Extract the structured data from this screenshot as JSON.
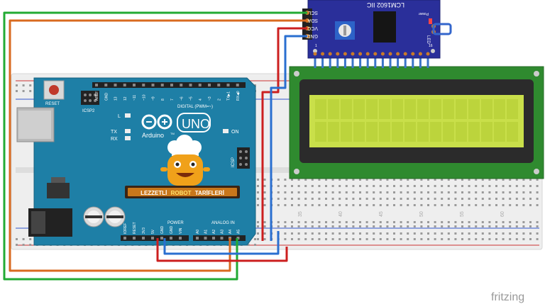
{
  "arduino": {
    "brand": "Arduino",
    "model": "UNO",
    "reset_label": "RESET",
    "icsp2_label": "ICSP2",
    "icsp_label": "ICSP",
    "digital_label": "DIGITAL (PWM=~)",
    "analog_label": "ANALOG IN",
    "power_label": "POWER",
    "on_label": "ON",
    "led_l": "L",
    "led_tx": "TX",
    "led_rx": "RX",
    "tm": "TM",
    "header_top_labels": [
      "AREF",
      "GND",
      "13",
      "12",
      "~11",
      "~10",
      "~9",
      "8",
      "7",
      "~6",
      "~5",
      "4",
      "~3",
      "2",
      "TX▶1",
      "RX◀0"
    ],
    "header_bottom_labels": [
      "IOREF",
      "RESET",
      "3V3",
      "5V",
      "GND",
      "GND",
      "VIN",
      "A0",
      "A1",
      "A2",
      "A3",
      "A4",
      "A5"
    ]
  },
  "logo_banner": {
    "text_a": "LEZZETLİ",
    "text_b": "ROBOT",
    "text_c": "TARİFLERİ"
  },
  "i2c_module": {
    "title": "LCM1602 IIC",
    "pins": [
      "SCL",
      "SDA",
      "VCC",
      "GND"
    ],
    "power_label": "Power",
    "led_label": "LED",
    "pin_first": "1",
    "pin_last": "16"
  },
  "breadboard": {
    "column_numbers": [
      "35",
      "40",
      "45",
      "50",
      "55",
      "60"
    ]
  },
  "footer": {
    "fritzing": "fritzing"
  },
  "colors": {
    "arduino_body": "#1e7fa6",
    "pcb_blue": "#2a2f9a",
    "lcd_pcb": "#2f8a2f",
    "lcd_screen": "#c9df4a",
    "wire_green": "#22aa33",
    "wire_orange": "#d96a1f",
    "wire_red": "#cc1f1f",
    "wire_blue": "#2a6fd0"
  }
}
